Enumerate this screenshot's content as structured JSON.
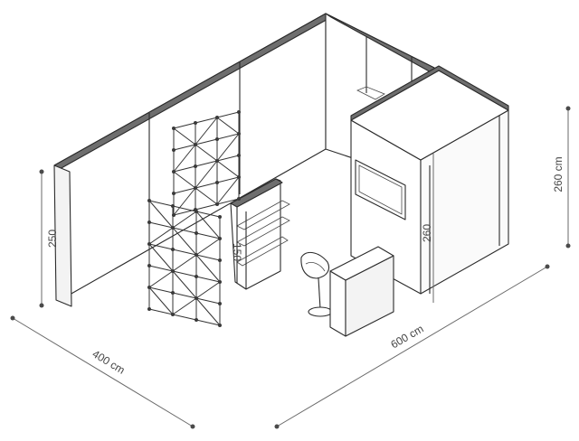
{
  "dimensions": {
    "width_label": "400 cm",
    "depth_label": "600 cm",
    "wall_height_label": "250",
    "storage_height_label": "260",
    "overall_height_label": "260 cm",
    "display_height_label": "150"
  }
}
